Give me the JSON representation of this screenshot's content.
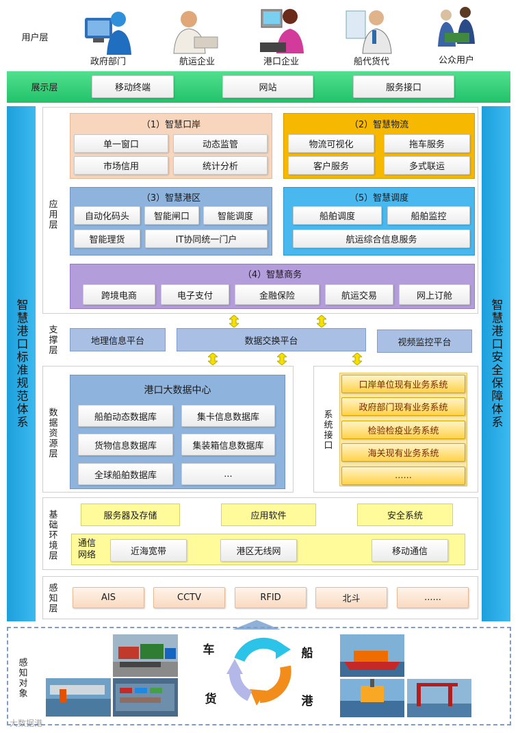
{
  "layers": {
    "user": "用户层",
    "display": "展示层",
    "app": "应用层",
    "support": "支撑层",
    "data": "数据资源层",
    "base": "基础环境层",
    "sense": "感知层",
    "object": "感知对象"
  },
  "users": [
    "政府部门",
    "航运企业",
    "港口企业",
    "船代货代",
    "公众用户"
  ],
  "display_items": [
    "移动终端",
    "网站",
    "服务接口"
  ],
  "side_left": "智慧港口标准规范体系",
  "side_right": "智慧港口安全保障体系",
  "app": {
    "port": {
      "title": "（1）智慧口岸",
      "items": [
        "单一窗口",
        "动态监管",
        "市场信用",
        "统计分析"
      ]
    },
    "logistics": {
      "title": "（2）智慧物流",
      "items": [
        "物流可视化",
        "拖车服务",
        "客户服务",
        "多式联运"
      ]
    },
    "harbor": {
      "title": "（3）智慧港区",
      "items": [
        "自动化码头",
        "智能闸口",
        "智能调度",
        "智能理货",
        "IT协同统一门户"
      ]
    },
    "dispatch": {
      "title": "（5）智慧调度",
      "items": [
        "船舶调度",
        "船舶监控",
        "航运综合信息服务"
      ]
    },
    "commerce": {
      "title": "（4）智慧商务",
      "items": [
        "跨境电商",
        "电子支付",
        "金融保险",
        "航运交易",
        "网上订舱"
      ]
    }
  },
  "support_items": [
    "地理信息平台",
    "数据交换平台",
    "视频监控平台"
  ],
  "datacenter": {
    "title": "港口大数据中心",
    "items": [
      "船舶动态数据库",
      "集卡信息数据库",
      "货物信息数据库",
      "集装箱信息数据库",
      "全球船舶数据库",
      "..."
    ]
  },
  "system_interface": {
    "label": "系统接口",
    "items": [
      "口岸单位现有业务系统",
      "政府部门现有业务系统",
      "检验检疫业务系统",
      "海关现有业务系统",
      "......"
    ]
  },
  "base": {
    "row1": [
      "服务器及存储",
      "应用软件",
      "安全系统"
    ],
    "comm_label": "通信网络",
    "row2": [
      "近海宽带",
      "港区无线网",
      "移动通信"
    ]
  },
  "sense_items": [
    "AIS",
    "CCTV",
    "RFID",
    "北斗",
    "......"
  ],
  "objects": {
    "car": "车",
    "ship": "船",
    "cargo": "货",
    "port": "港"
  },
  "watermark": "大数据港",
  "colors": {
    "green": "#2fd07a",
    "blue_side": "#1aa7e0",
    "peach": "#f8d6bd",
    "orange": "#f6b800",
    "steel": "#8eb3dc",
    "sky": "#49b8ee",
    "purple": "#b39ddb",
    "yellow": "#fffb9a"
  }
}
